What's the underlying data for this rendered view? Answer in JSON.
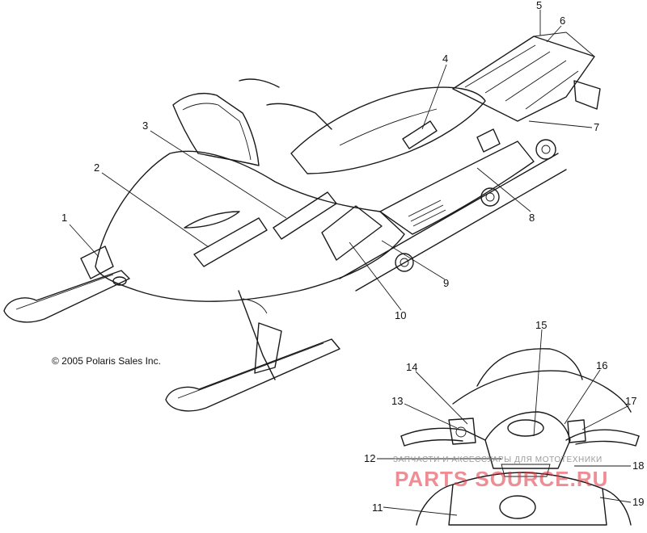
{
  "callouts": [
    {
      "id": "1",
      "label": "1"
    },
    {
      "id": "2",
      "label": "2"
    },
    {
      "id": "3",
      "label": "3"
    },
    {
      "id": "4",
      "label": "4"
    },
    {
      "id": "5",
      "label": "5"
    },
    {
      "id": "6",
      "label": "6"
    },
    {
      "id": "7",
      "label": "7"
    },
    {
      "id": "8",
      "label": "8"
    },
    {
      "id": "9",
      "label": "9"
    },
    {
      "id": "10",
      "label": "10"
    },
    {
      "id": "11",
      "label": "11"
    },
    {
      "id": "12",
      "label": "12"
    },
    {
      "id": "13",
      "label": "13"
    },
    {
      "id": "14",
      "label": "14"
    },
    {
      "id": "15",
      "label": "15"
    },
    {
      "id": "16",
      "label": "16"
    },
    {
      "id": "17",
      "label": "17"
    },
    {
      "id": "18",
      "label": "18"
    },
    {
      "id": "19",
      "label": "19"
    }
  ],
  "copyright": "© 2005 Polaris Sales Inc.",
  "watermark": {
    "line1": "ЗАПЧАСТИ И АКСЕССУАРЫ ДЛЯ МОТОТЕХНИКИ",
    "line2": "PARTS SOURCE.RU",
    "color": "#e0303a"
  }
}
